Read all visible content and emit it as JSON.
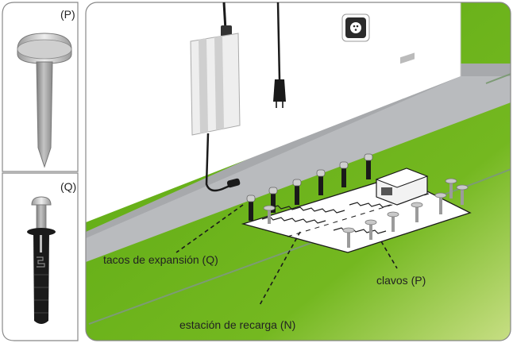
{
  "panels": {
    "nail_tag": "(P)",
    "plug_tag": "(Q)"
  },
  "callouts": {
    "expansion_plugs": "tacos de expansión (Q)",
    "nails": "clavos (P)",
    "charging_station": "estación de recarga (N)"
  },
  "colors": {
    "grass": "#6db51e",
    "wall": "#ffffff",
    "outline": "#555555",
    "nail_grey": "#a6a6a6",
    "plug_black": "#1a1a1a"
  }
}
